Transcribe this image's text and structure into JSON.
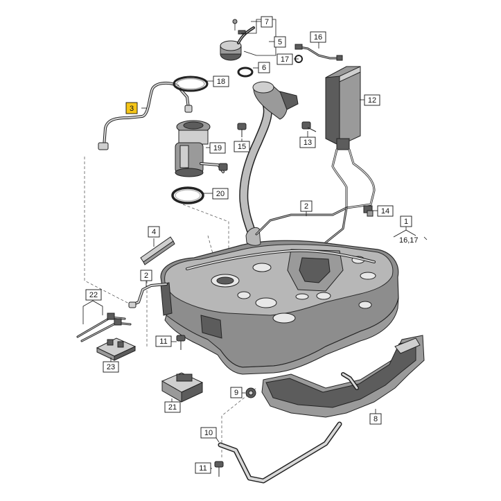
{
  "labels": {
    "l1": "1",
    "l2a": "2",
    "l2b": "2",
    "l3": "3",
    "l4": "4",
    "l5": "5",
    "l6": "6",
    "l7": "7",
    "l8": "8",
    "l9": "9",
    "l10": "10",
    "l11a": "11",
    "l11b": "11",
    "l12": "12",
    "l13": "13",
    "l14": "14",
    "l15": "15",
    "l16": "16",
    "l17a": "17",
    "l18": "18",
    "l19": "19",
    "l20": "20",
    "l21": "21",
    "l22": "22",
    "l23": "23",
    "l16_17": "16,17"
  },
  "colors": {
    "highlight": "#f5c518",
    "line": "#111111",
    "part_dark": "#5c5c5c",
    "part_mid": "#9a9a9a",
    "part_light": "#cfcfcf"
  }
}
